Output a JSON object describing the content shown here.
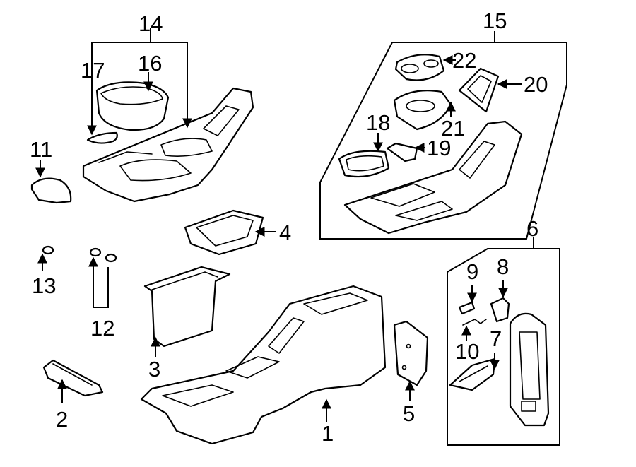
{
  "diagram": {
    "callouts": [
      {
        "id": "c1",
        "text": "1"
      },
      {
        "id": "c2",
        "text": "2"
      },
      {
        "id": "c3",
        "text": "3"
      },
      {
        "id": "c4",
        "text": "4"
      },
      {
        "id": "c5",
        "text": "5"
      },
      {
        "id": "c6",
        "text": "6"
      },
      {
        "id": "c7",
        "text": "7"
      },
      {
        "id": "c8",
        "text": "8"
      },
      {
        "id": "c9",
        "text": "9"
      },
      {
        "id": "c10",
        "text": "10"
      },
      {
        "id": "c11",
        "text": "11"
      },
      {
        "id": "c12",
        "text": "12"
      },
      {
        "id": "c13",
        "text": "13"
      },
      {
        "id": "c14",
        "text": "14"
      },
      {
        "id": "c15",
        "text": "15"
      },
      {
        "id": "c16",
        "text": "16"
      },
      {
        "id": "c17",
        "text": "17"
      },
      {
        "id": "c18",
        "text": "18"
      },
      {
        "id": "c19",
        "text": "19"
      },
      {
        "id": "c20",
        "text": "20"
      },
      {
        "id": "c21",
        "text": "21"
      },
      {
        "id": "c22",
        "text": "22"
      }
    ]
  },
  "colors": {
    "ink": "#000000",
    "paper": "#ffffff"
  }
}
